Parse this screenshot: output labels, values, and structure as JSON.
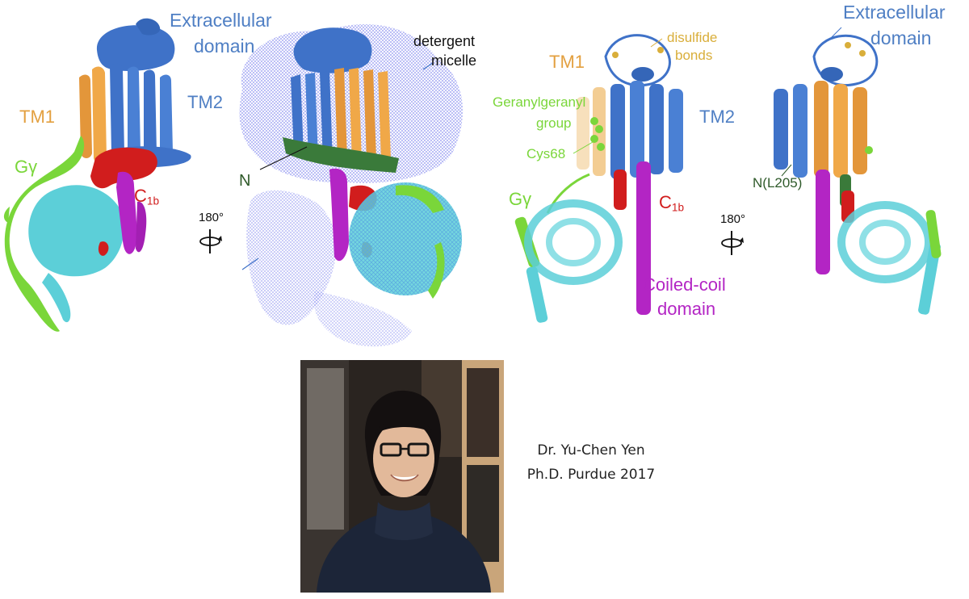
{
  "panel_a": {
    "extracellular": "Extracellular",
    "domain": "domain",
    "tm1": "TM1",
    "tm2": "TM2",
    "ggamma": "Gγ",
    "c1b_main": "C",
    "c1b_sub": "1b"
  },
  "panel_b": {
    "detergent": "detergent",
    "micelle": "micelle",
    "n_term": "N"
  },
  "rotation_left": "180°",
  "panel_c": {
    "tm1": "TM1",
    "disulfide": "disulfide",
    "bonds": "bonds",
    "geranylgeranyl": "Geranylgeranyl",
    "group": "group",
    "tm2": "TM2",
    "cys68": "Cys68",
    "ggamma": "Gγ",
    "c1b_main": "C",
    "c1b_sub": "1b",
    "coiled_coil": "Coiled-coil",
    "domain": "domain"
  },
  "rotation_right": "180°",
  "panel_d": {
    "extracellular": "Extracellular",
    "domain": "domain",
    "n_l205": "N(L205)"
  },
  "caption": {
    "name": "Dr. Yu-Chen Yen",
    "degree": "Ph.D. Purdue 2017"
  },
  "colors": {
    "extracellular_blue": "#3f72c8",
    "tm1_orange": "#e3963a",
    "ggamma_green": "#7ad63a",
    "c1b_red": "#d11d1d",
    "coiled_coil_magenta": "#b325c4",
    "g_beta_cyan": "#5ccfd8",
    "micelle_periwinkle": "#7e86e8",
    "disulfide_gold": "#d9ae3a"
  }
}
